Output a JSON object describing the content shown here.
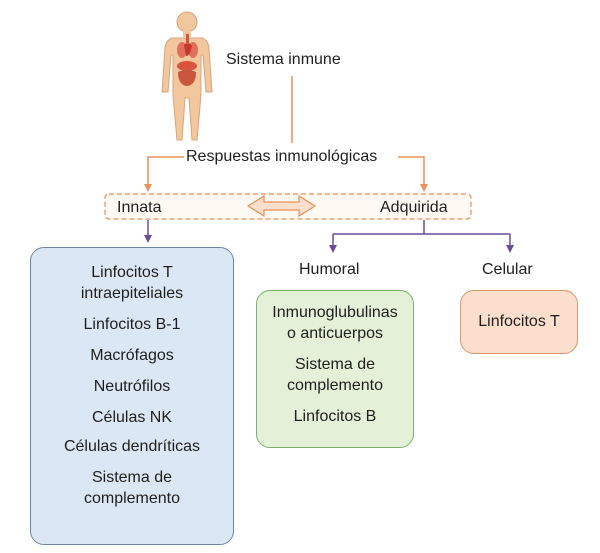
{
  "diagram": {
    "root": "Sistema inmune",
    "respuestas": "Respuestas inmunológicas",
    "innata": "Innata",
    "adquirida": "Adquirida",
    "humoral": "Humoral",
    "celular": "Celular",
    "innata_items": [
      "Linfocitos T",
      "intraepiteliales",
      "Linfocitos B-1",
      "Macrófagos",
      "Neutrófilos",
      "Células NK",
      "Células dendríticas",
      "Sistema de",
      "complemento"
    ],
    "humoral_items": [
      "Inmunoglubulinas",
      "o anticuerpos",
      "Sistema de",
      "complemento",
      "Linfocitos B"
    ],
    "celular_items": [
      "Linfocitos T"
    ],
    "colors": {
      "orange_arrow": "#e8915a",
      "purple_arrow": "#6c4c9a",
      "innata_fill": "#dbe7f4",
      "humoral_fill": "#e4f0d8",
      "celular_fill": "#fbdecb",
      "body_skin": "#f2c79e",
      "organs": "#d9533f"
    }
  }
}
